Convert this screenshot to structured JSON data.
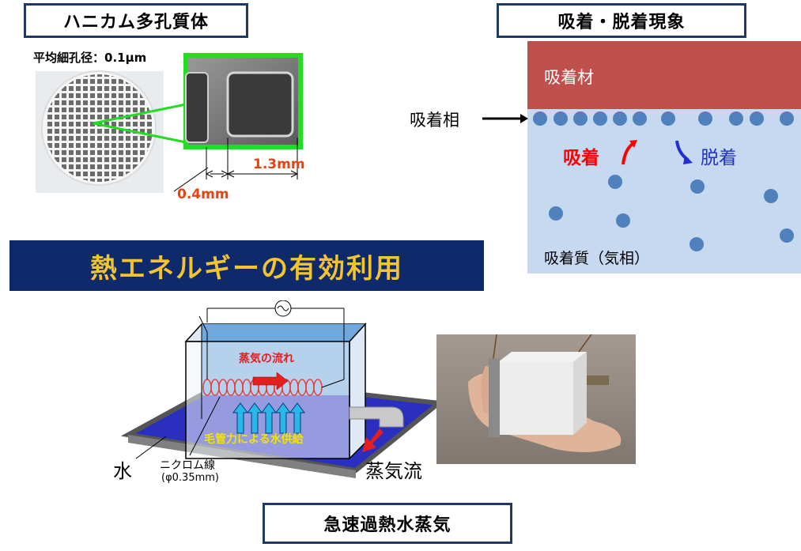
{
  "honeycomb": {
    "title": "ハニカム多孔質体",
    "pore_label": "平均細孔径：0.1μm",
    "dim_small": "0.4mm",
    "dim_large": "1.3mm"
  },
  "adsorption": {
    "title": "吸着・脱着現象",
    "adsorbent": "吸着材",
    "phase_label": "吸着相",
    "adsorb_word": "吸着",
    "desorb_word": "脱着",
    "gas_label": "吸着質（気相）"
  },
  "banner": {
    "text": "熱エネルギーの有効利用"
  },
  "device": {
    "steam_flow_label": "蒸気の流れ",
    "capillary_label": "毛管力による水供給",
    "water_label": "水",
    "nichrome_label": "ニクロム線",
    "nichrome_spec": "(φ0.35mm)",
    "steam_out_label": "蒸気流"
  },
  "footer": {
    "title": "急速過熱水蒸気"
  },
  "colors": {
    "navy": "#0e2a6b",
    "gold": "#f4c430",
    "adsorbent_red": "#c0504d",
    "gas_blue": "#c6d9f1",
    "molecule_blue": "#4f81bd",
    "highlight_green": "#22dd22",
    "dimension_red": "#e8410e"
  }
}
